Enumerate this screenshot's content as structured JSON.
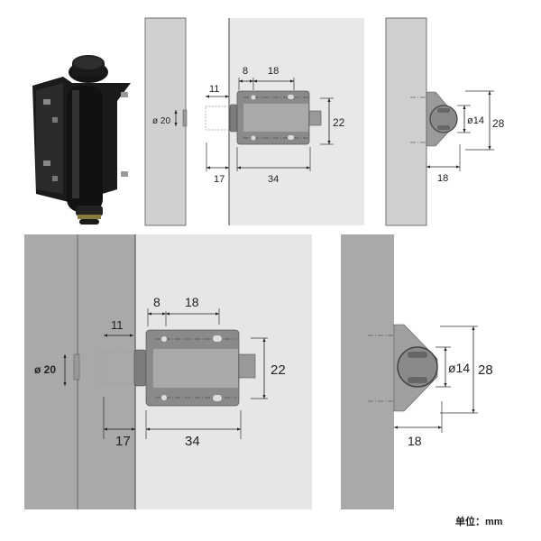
{
  "top_view": {
    "dim_hole_diameter": "ø 20",
    "dim_plunger_depth": "11",
    "dim_front_offset": "8",
    "dim_hole_spacing": "18",
    "dim_height": "22",
    "dim_protrusion": "17",
    "dim_length": "34",
    "side_dim_diameter": "ø14",
    "side_dim_height": "28",
    "side_dim_depth": "18"
  },
  "bottom_view": {
    "dim_hole_diameter": "ø 20",
    "dim_plunger_depth": "11",
    "dim_front_offset": "8",
    "dim_hole_spacing": "18",
    "dim_height": "22",
    "dim_protrusion": "17",
    "dim_length": "34",
    "side_dim_diameter": "ø14",
    "side_dim_height": "28",
    "side_dim_depth": "18"
  },
  "unit_label": "单位：mm",
  "colors": {
    "panel_dark": "#a9a9a9",
    "panel_mid": "#c9c9c9",
    "panel_light": "#e6e6e6",
    "latch": "#8c8c8c",
    "latch_dark": "#6e6e6e"
  }
}
